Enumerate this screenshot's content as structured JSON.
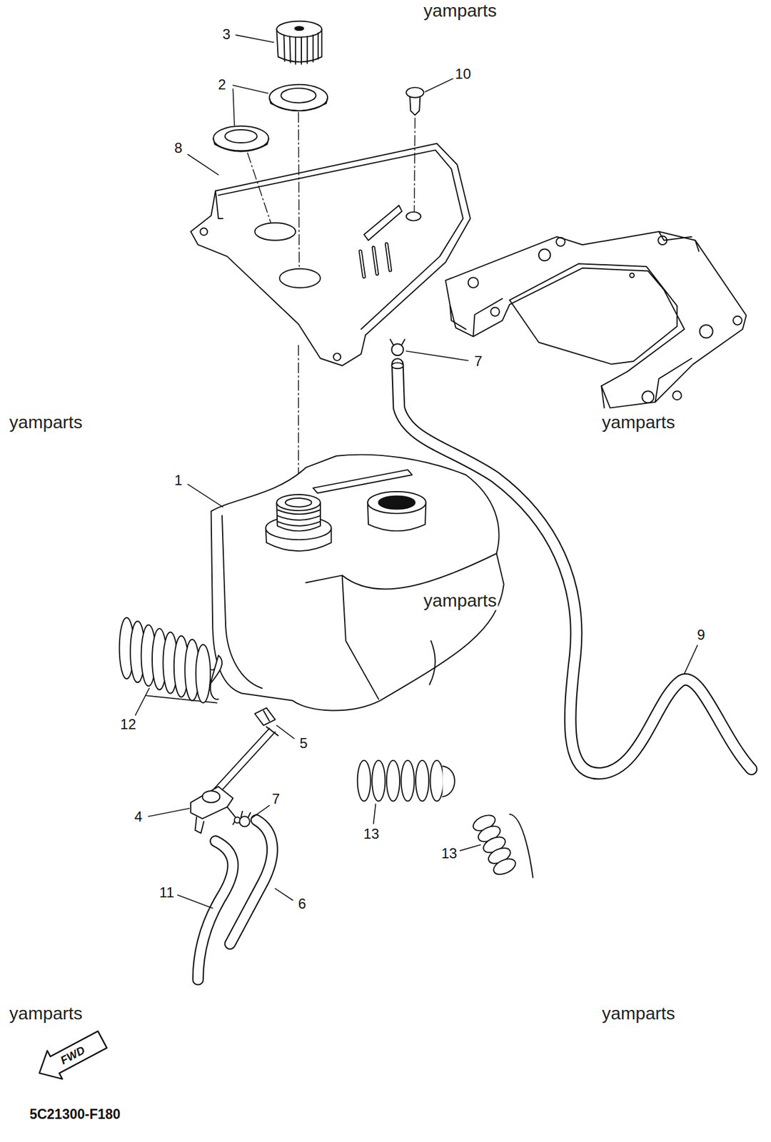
{
  "diagram": {
    "labels": [
      "yamparts",
      "3",
      "2",
      "10",
      "8",
      "7",
      "yamparts",
      "yamparts",
      "1",
      "yamparts",
      "9",
      "12",
      "5",
      "4",
      "7",
      "13",
      "13",
      "11",
      "6",
      "yamparts",
      "yamparts",
      "FWD",
      "5C21300-F180"
    ]
  }
}
